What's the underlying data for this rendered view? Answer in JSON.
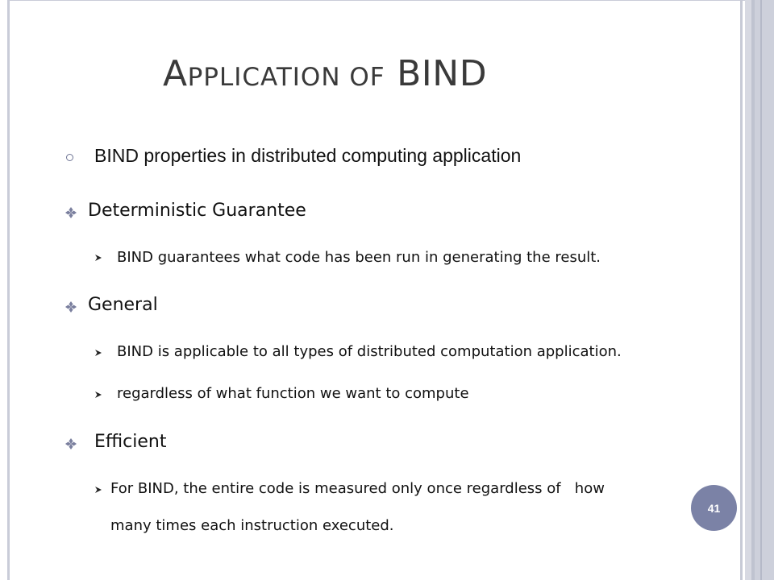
{
  "slide": {
    "title_initial_1": "A",
    "title_rest_1": "PPLICATION OF",
    "title_word_2": "BIND",
    "intro": "BIND properties in distributed computing application",
    "sections": [
      {
        "heading": "Deterministic Guarantee",
        "points": [
          "BIND guarantees what code has been run in generating the result."
        ]
      },
      {
        "heading": "General",
        "points": [
          "BIND is applicable to all types of distributed computation application.",
          "regardless of what function we want to compute"
        ]
      },
      {
        "heading": "Efficient",
        "points": [
          "For BIND, the entire code is measured only once regardless of   how",
          "many times each instruction executed."
        ]
      }
    ],
    "page_number": "41"
  },
  "colors": {
    "accent": "#7b82a6",
    "title_text": "#3a3a3a",
    "bullet_diamond": "#7a7f9e",
    "frame": "#c9ccd8"
  },
  "icons": {
    "intro_bullet": "hollow-circle-icon",
    "section_bullet": "four-diamond-icon",
    "point_bullet": "arrowhead-right-icon"
  }
}
